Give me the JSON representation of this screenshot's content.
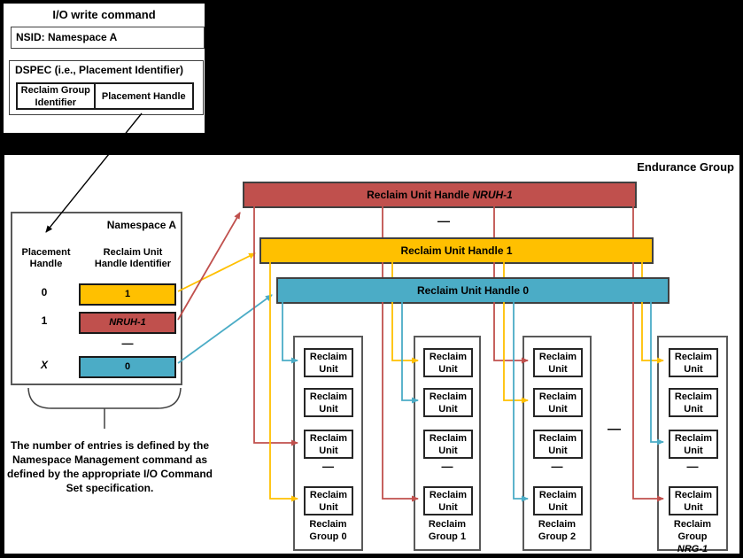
{
  "colors": {
    "red": "#C0504D",
    "yellow": "#FFC000",
    "blue": "#4BACC6"
  },
  "io_command": {
    "title": "I/O write command",
    "nsid_label": "NSID: Namespace A",
    "dspec_label": "DSPEC (i.e., Placement Identifier)",
    "cell_reclaim_group": "Reclaim Group Identifier",
    "cell_placement_handle": "Placement Handle"
  },
  "endurance_group_label": "Endurance Group",
  "namespace_table": {
    "title": "Namespace A",
    "col_placement_handle": "Placement Handle",
    "col_ruh_identifier": "Reclaim Unit Handle Identifier",
    "rows": [
      {
        "handle": "0",
        "value": "1",
        "color": "yellow"
      },
      {
        "handle": "1",
        "value": "NRUH-1",
        "color": "red"
      },
      {
        "handle": "X",
        "value": "0",
        "color": "blue"
      }
    ]
  },
  "dash": "—",
  "note": "The number of entries is defined by the Namespace Management command as defined by the appropriate I/O Command Set specification.",
  "handles": [
    {
      "label": "Reclaim Unit Handle ",
      "em": "NRUH-1",
      "color": "red"
    },
    {
      "label": "Reclaim Unit Handle 1",
      "em": "",
      "color": "yellow"
    },
    {
      "label": "Reclaim Unit Handle 0",
      "em": "",
      "color": "blue"
    }
  ],
  "unit_label": "Reclaim Unit",
  "groups": [
    {
      "label": "Reclaim Group 0",
      "em": ""
    },
    {
      "label": "Reclaim Group 1",
      "em": ""
    },
    {
      "label": "Reclaim Group 2",
      "em": ""
    },
    {
      "label": "Reclaim Group",
      "em": "NRG-1"
    }
  ]
}
